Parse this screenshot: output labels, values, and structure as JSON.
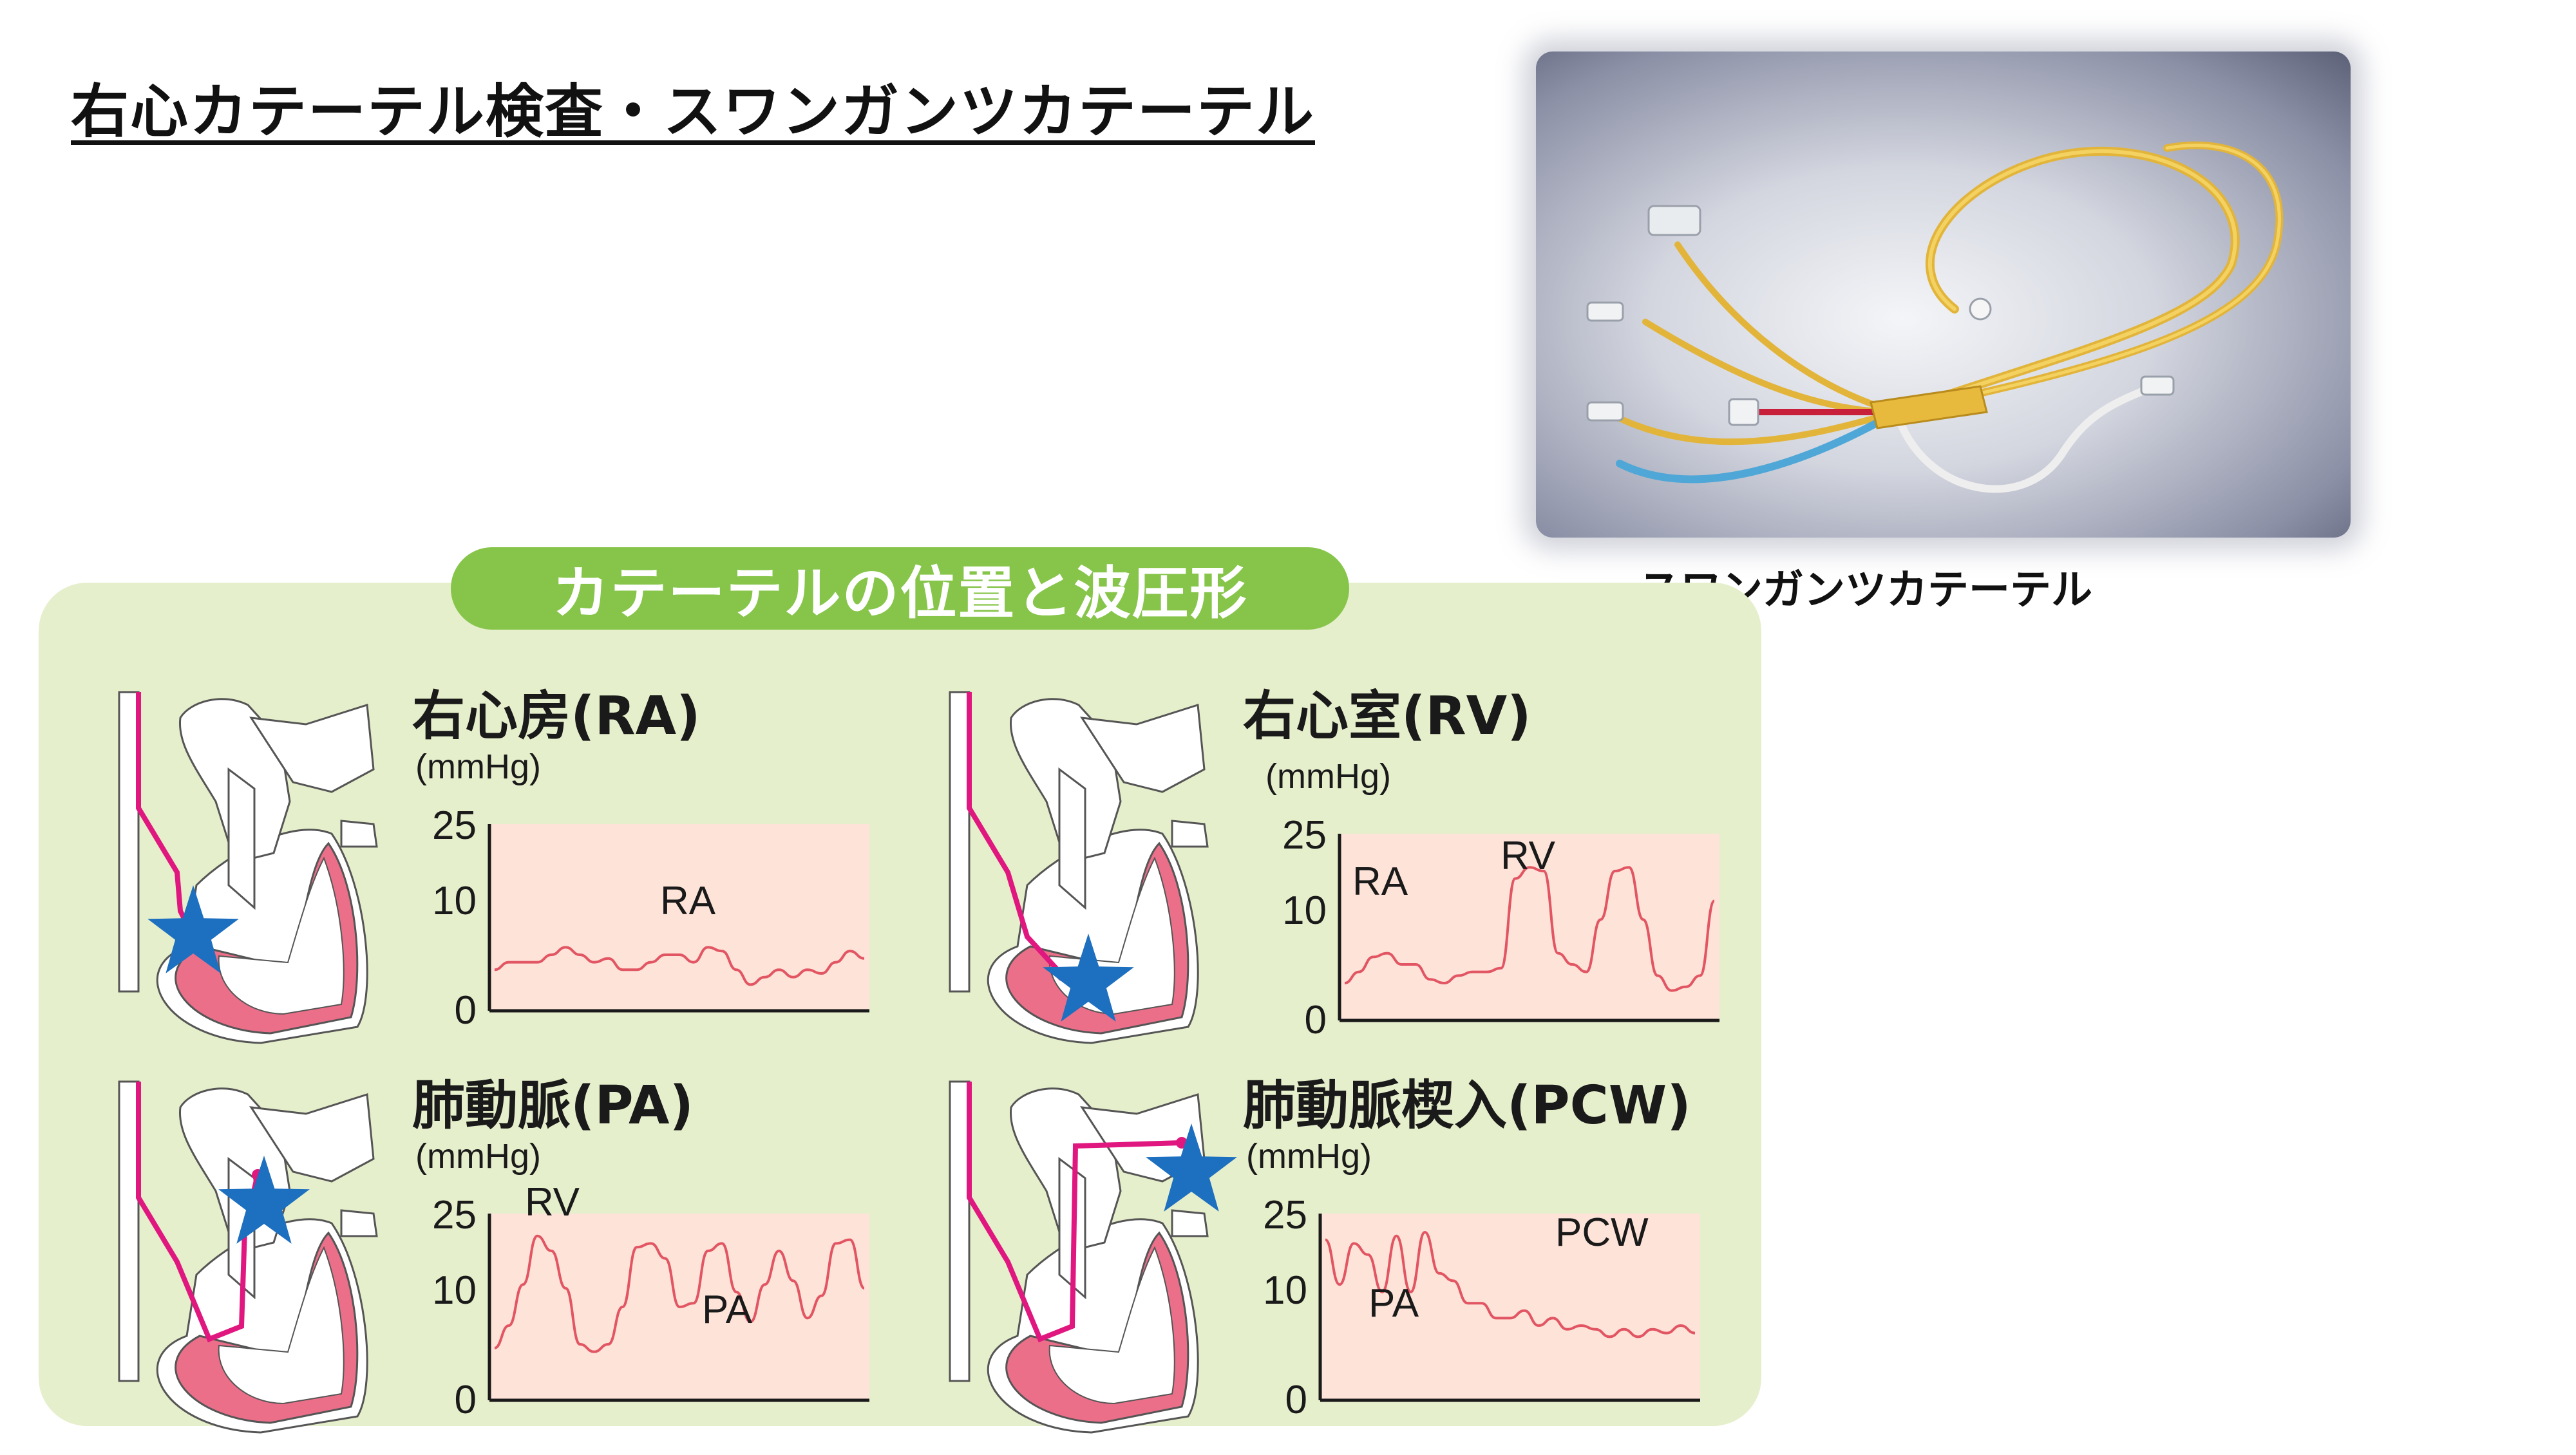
{
  "title": "右心カテーテル検査・スワンガンツカテーテル",
  "photo": {
    "caption": "スワンガンツカテーテル"
  },
  "panel": {
    "header": "カテーテルの位置と波圧形"
  },
  "colors": {
    "panel_bg": "#e6efcc",
    "pill": "#86c54a",
    "chart_bg": "#fde3d8",
    "trace": "#e25563",
    "heart_wall": "#ec6f8a",
    "catheter": "#e0177f",
    "star": "#1d6fbf"
  },
  "sections": [
    {
      "id": "ra",
      "label": "右心房(RA)",
      "unit": "(mmHg)"
    },
    {
      "id": "rv",
      "label": "右心室(RV)",
      "unit": "(mmHg)"
    },
    {
      "id": "pa",
      "label": "肺動脈(PA)",
      "unit": "(mmHg)"
    },
    {
      "id": "pcw",
      "label": "肺動脈楔入(PCW)",
      "unit": "(mmHg)"
    }
  ],
  "chart_data": [
    {
      "type": "line",
      "yticks": [
        "25",
        "10",
        "0"
      ],
      "ylim": [
        0,
        25
      ],
      "annotations": [
        "RA"
      ],
      "series": [
        {
          "values": [
            5.5,
            6.5,
            6.5,
            6.5,
            7.5,
            8.5,
            7.5,
            6.5,
            7,
            5.5,
            5.5,
            6.5,
            7.5,
            7.5,
            6.5,
            8.5,
            8,
            5.5,
            3.5,
            4.5,
            5.5,
            4.5,
            5.5,
            5,
            6.5,
            8,
            7
          ]
        }
      ]
    },
    {
      "type": "line",
      "yticks": [
        "25",
        "10",
        "0"
      ],
      "ylim": [
        0,
        25
      ],
      "annotations": [
        "RA",
        "RV"
      ],
      "series": [
        {
          "values": [
            5,
            6.5,
            8.5,
            9,
            7.5,
            7.5,
            5.5,
            5,
            6,
            6.5,
            6.5,
            7,
            19,
            20.5,
            20,
            9,
            7.5,
            6.5,
            13.5,
            20,
            20.5,
            13.5,
            6,
            4,
            4.5,
            6,
            16
          ]
        }
      ]
    },
    {
      "type": "line",
      "yticks": [
        "25",
        "10",
        "0"
      ],
      "ylim": [
        0,
        25
      ],
      "annotations": [
        "RV",
        "PA"
      ],
      "series": [
        {
          "values": [
            7,
            10,
            15.5,
            22,
            20,
            15,
            7.5,
            6.5,
            7.5,
            12.5,
            20.5,
            21,
            19,
            12.5,
            13,
            20,
            21,
            14.5,
            10.5,
            15.5,
            20,
            16,
            11,
            14,
            21,
            21.5,
            15
          ]
        }
      ]
    },
    {
      "type": "line",
      "yticks": [
        "25",
        "10",
        "0"
      ],
      "ylim": [
        0,
        25
      ],
      "annotations": [
        "PA",
        "PCW"
      ],
      "series": [
        {
          "values": [
            21.5,
            15.5,
            21,
            19.5,
            14.5,
            22,
            14.5,
            22.5,
            17,
            16,
            13,
            13,
            11,
            11,
            12,
            10,
            11,
            9.5,
            10,
            9.5,
            8.5,
            9.5,
            8.5,
            9.5,
            9,
            10,
            9
          ]
        }
      ]
    }
  ]
}
